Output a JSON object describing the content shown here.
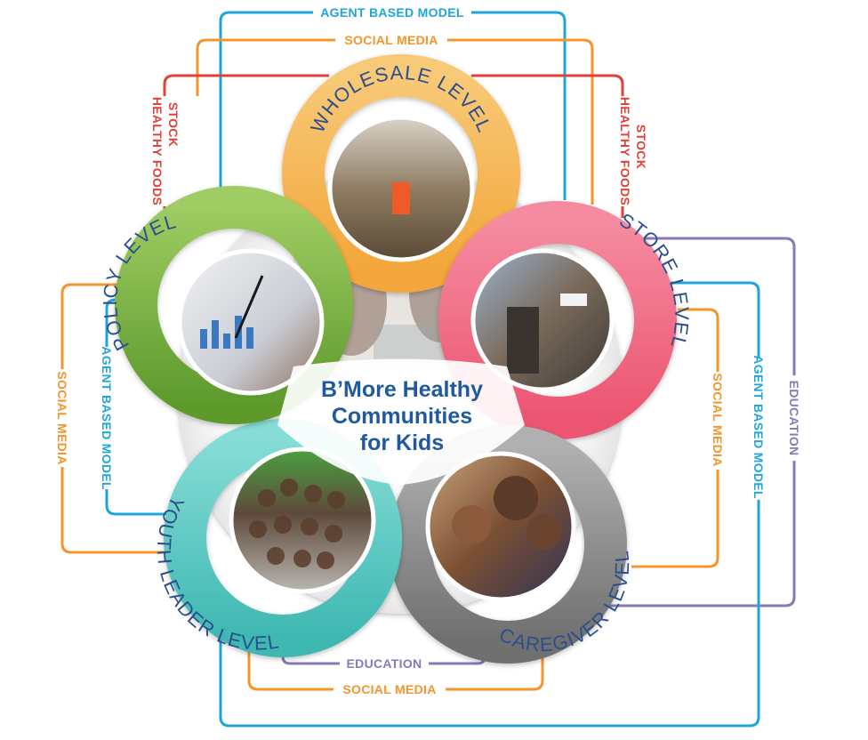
{
  "diagram": {
    "center_title": [
      "B’More Healthy",
      "Communities",
      "for Kids"
    ],
    "levels": {
      "wholesale": "WHOLESALE LEVEL",
      "store": "STORE LEVEL",
      "caregiver": "CAREGIVER LEVEL",
      "youth": "YOUTH LEADER LEVEL",
      "policy": "POLICY LEVEL"
    },
    "connectors": {
      "agent_top": "AGENT BASED MODEL",
      "social_top": "SOCIAL MEDIA",
      "stock_left": [
        "STOCK",
        "HEALTHY FOODS"
      ],
      "stock_right": [
        "STOCK",
        "HEALTHY FOODS"
      ],
      "education_right": "EDUCATION",
      "agent_right": "AGENT BASED MODEL",
      "social_right": "SOCIAL MEDIA",
      "social_left": "SOCIAL MEDIA",
      "agent_left": "AGENT BASED MODEL",
      "education_bottom": "EDUCATION",
      "social_bottom": "SOCIAL MEDIA"
    },
    "colors": {
      "agent": "#1ea6dc",
      "social": "#f5942a",
      "stock": "#e0413a",
      "education": "#8a78b8",
      "wholesale": "#f6b24e",
      "store": "#f06a86",
      "caregiver": "#8c8c8c",
      "youth": "#5cc9c4",
      "policy": "#7ab341",
      "center_text": "#1f5a9e",
      "ring_text": "#2a4f8c"
    }
  }
}
